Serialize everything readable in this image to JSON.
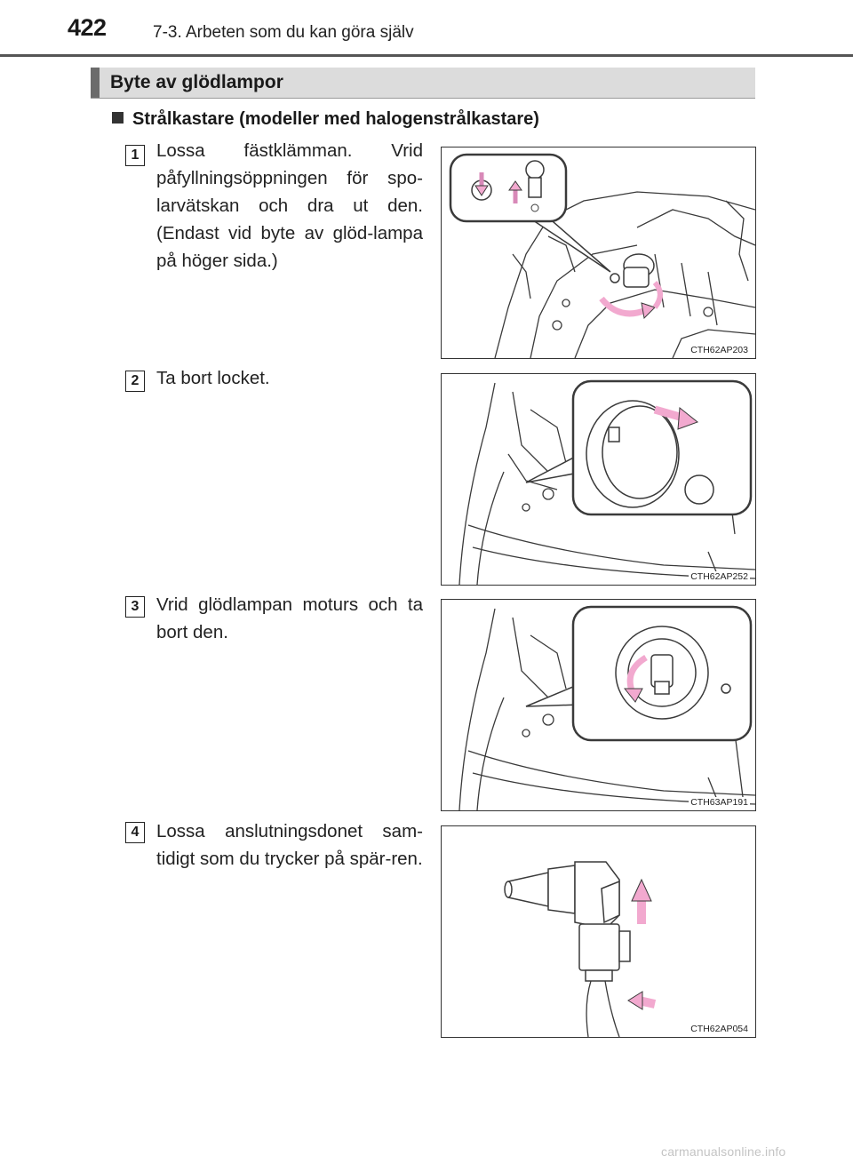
{
  "header": {
    "page_number": "422",
    "chapter": "7-3. Arbeten som du kan göra själv"
  },
  "section": {
    "title": "Byte av glödlampor"
  },
  "subheading": "Strålkastare (modeller med halogenstrålkastare)",
  "steps": [
    {
      "number": "1",
      "text": "Lossa fästklämman. Vrid påfyllningsöppningen för spo-larvätskan och dra ut den. (Endast vid byte av glöd-lampa på höger sida.)",
      "figure_code": "CTH62AP203"
    },
    {
      "number": "2",
      "text": "Ta bort locket.",
      "figure_code": "CTH62AP252"
    },
    {
      "number": "3",
      "text": "Vrid glödlampan moturs och ta bort den.",
      "figure_code": "CTH63AP191"
    },
    {
      "number": "4",
      "text": "Lossa anslutningsdonet sam-tidigt som du trycker på spär-ren.",
      "figure_code": "CTH62AP054"
    }
  ],
  "colors": {
    "arrow": "#f2a9cf",
    "line": "#3a3a3a",
    "section_bar": "#dcdcdc"
  },
  "watermark": "carmanualsonline.info"
}
